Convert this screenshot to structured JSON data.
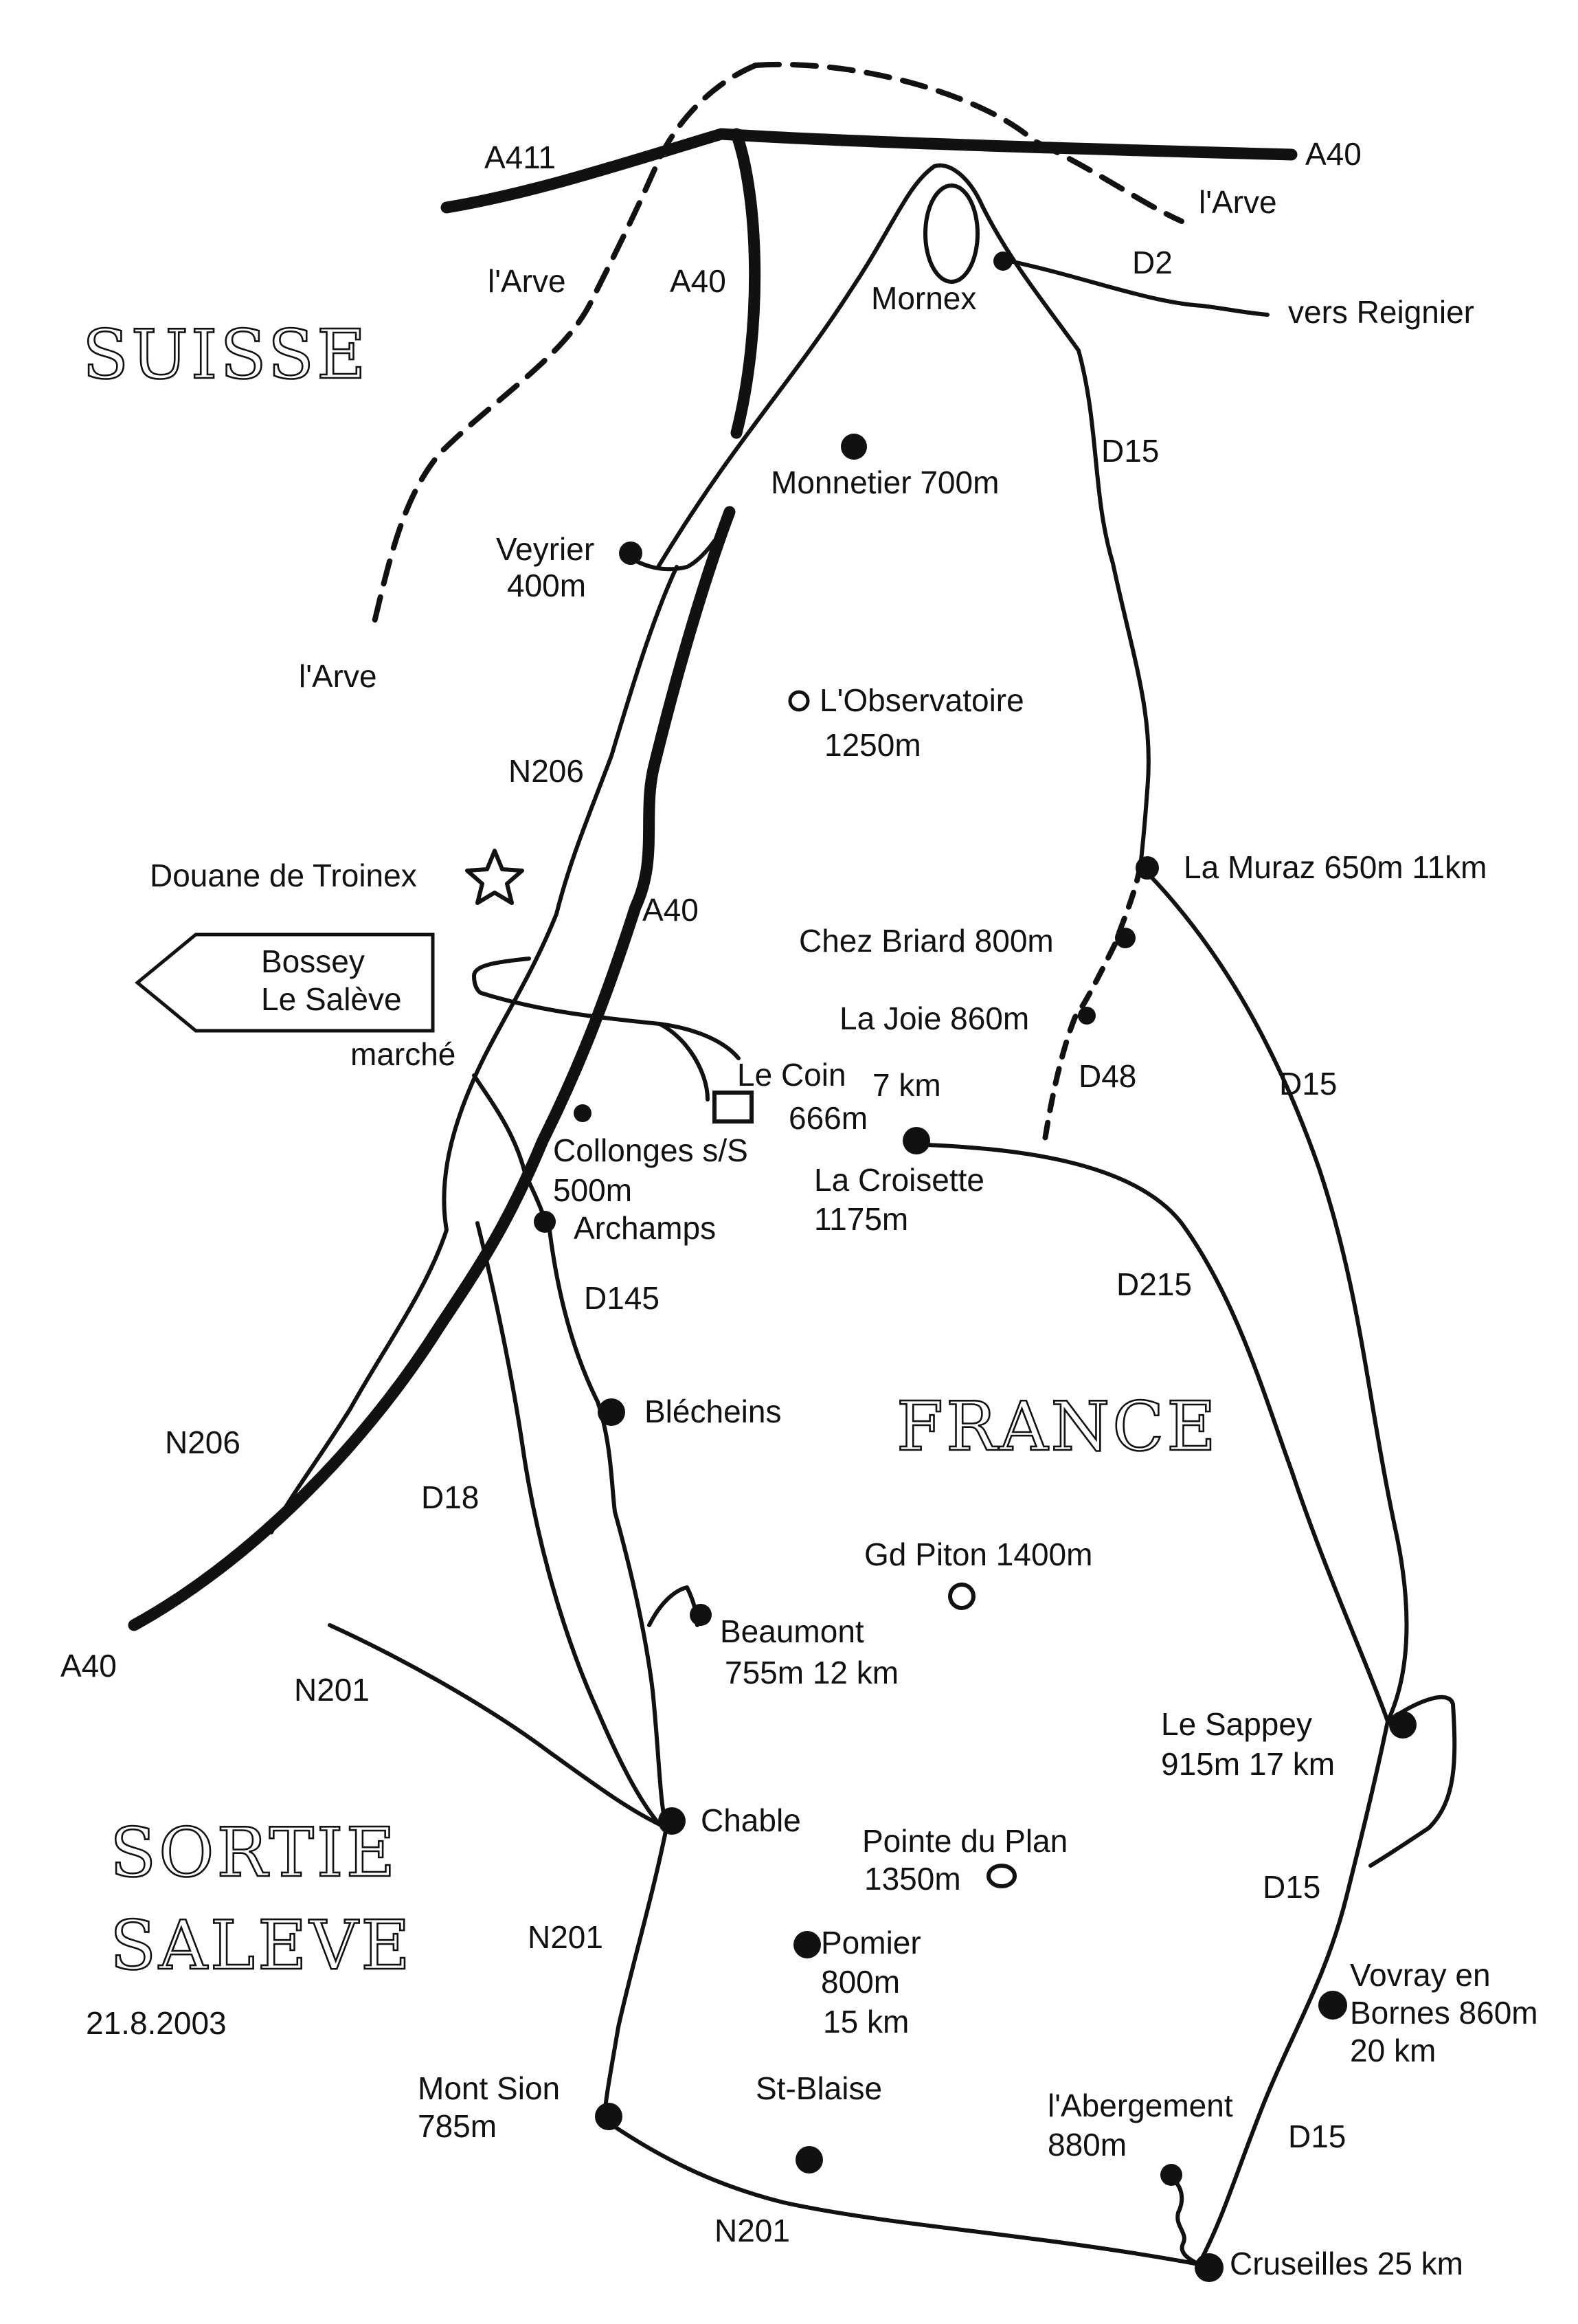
{
  "regions": {
    "suisse": "SUISSE",
    "france": "FRANCE",
    "sortie_line1": "SORTIE",
    "sortie_line2": "SALEVE"
  },
  "date": "21.8.2003",
  "roads": {
    "a411": "A411",
    "a40_east": "A40",
    "a40_north": "A40",
    "a40_mid": "A40",
    "a40_sw": "A40",
    "d2": "D2",
    "vers_reignier": "vers Reignier",
    "d15_north": "D15",
    "d15_east": "D15",
    "d15_south": "D15",
    "d15_se": "D15",
    "n206_north": "N206",
    "n206_south": "N206",
    "d48": "D48",
    "d215": "D215",
    "d145": "D145",
    "d18": "D18",
    "n201_west": "N201",
    "n201_mid": "N201",
    "n201_south": "N201"
  },
  "rivers": {
    "arve_ne": "l'Arve",
    "arve_mid": "l'Arve",
    "arve_w": "l'Arve"
  },
  "signpost": {
    "line1": "Bossey",
    "line2": "Le Salève"
  },
  "places": {
    "mornex": "Mornex",
    "monnetier": "Monnetier 700m",
    "veyrier_1": "Veyrier",
    "veyrier_2": "400m",
    "observatoire_1": "L'Observatoire",
    "observatoire_2": "1250m",
    "douane": "Douane de Troinex",
    "la_muraz": "La Muraz 650m 11km",
    "chez_briard": "Chez Briard 800m",
    "la_joie": "La Joie 860m",
    "marche": "marché",
    "le_coin_1": "Le Coin",
    "le_coin_2": "7 km",
    "le_coin_3": "666m",
    "collonges_1": "Collonges s/S",
    "collonges_2": "500m",
    "archamps": "Archamps",
    "la_croisette_1": "La Croisette",
    "la_croisette_2": "1175m",
    "blecheins": "Blécheins",
    "gd_piton": "Gd Piton 1400m",
    "beaumont_1": "Beaumont",
    "beaumont_2": "755m 12 km",
    "le_sappey_1": "Le Sappey",
    "le_sappey_2": "915m 17 km",
    "chable": "Chable",
    "pointe_plan_1": "Pointe du Plan",
    "pointe_plan_2": "1350m",
    "pomier_1": "Pomier",
    "pomier_2": "800m",
    "pomier_3": "15 km",
    "vovray_1": "Vovray en",
    "vovray_2": "Bornes 860m",
    "vovray_3": "20 km",
    "mont_sion_1": "Mont Sion",
    "mont_sion_2": "785m",
    "st_blaise": "St-Blaise",
    "abergement_1": "l'Abergement",
    "abergement_2": "880m",
    "cruseilles": "Cruseilles 25 km"
  }
}
